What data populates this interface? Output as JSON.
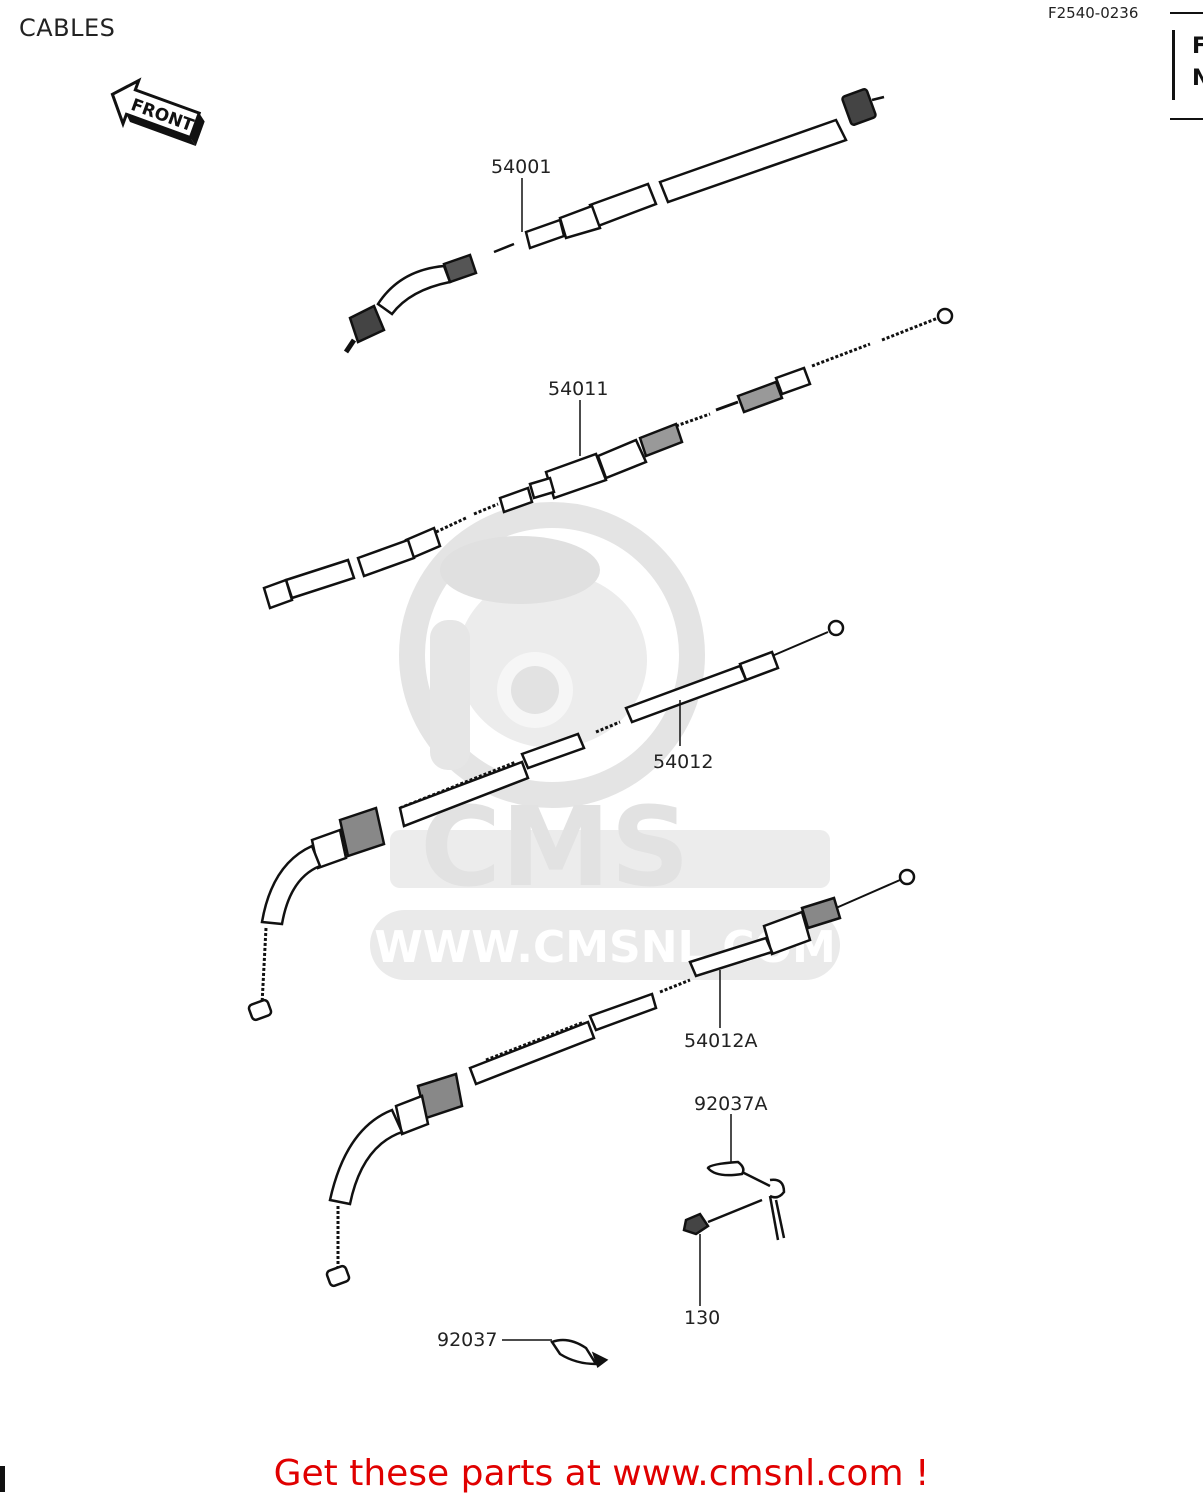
{
  "header": {
    "title": "CABLES",
    "figure_code": "F2540-0236",
    "corner_marks": [
      "F",
      "N"
    ]
  },
  "front_arrow_label": "FRONT",
  "callouts": [
    {
      "part": "54001"
    },
    {
      "part": "54011"
    },
    {
      "part": "54012"
    },
    {
      "part": "54012A"
    },
    {
      "part": "92037A"
    },
    {
      "part": "130"
    },
    {
      "part": "92037"
    }
  ],
  "watermark": {
    "brand": "CMS",
    "url": "WWW.CMSNL.COM"
  },
  "footer": {
    "text": "Get these parts at www.cmsnl.com !",
    "color": "#e00000"
  }
}
